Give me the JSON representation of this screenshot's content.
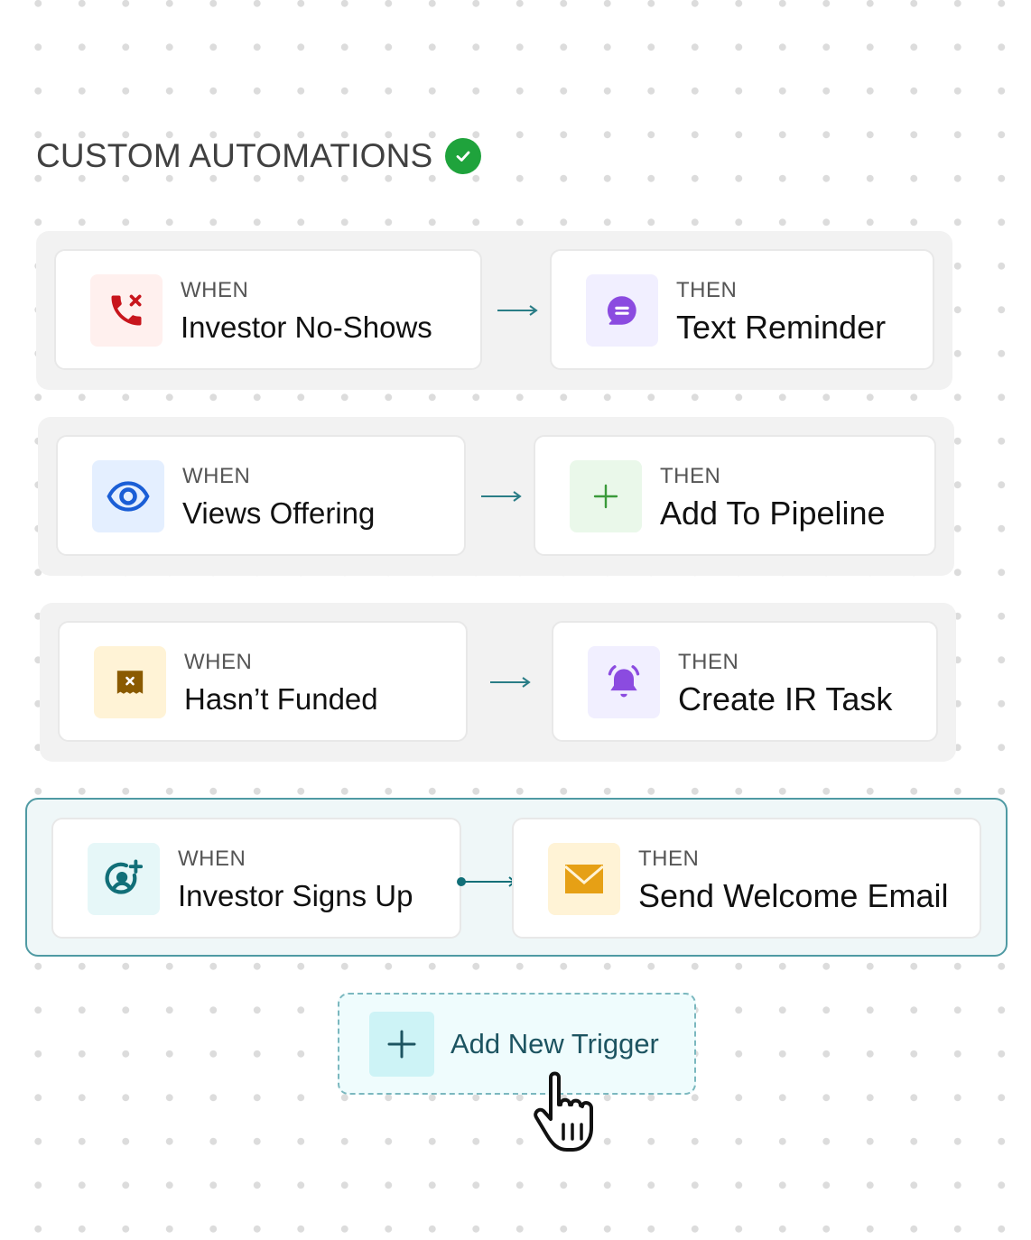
{
  "header": {
    "title": "CUSTOM AUTOMATIONS",
    "status_icon": "check-circle-icon"
  },
  "automations": [
    {
      "when_label": "WHEN",
      "trigger": "Investor No-Shows",
      "trigger_icon": "phone-missed-icon",
      "then_label": "THEN",
      "action": "Text Reminder",
      "action_icon": "chat-bubble-icon",
      "active": false
    },
    {
      "when_label": "WHEN",
      "trigger": "Views Offering",
      "trigger_icon": "eye-icon",
      "then_label": "THEN",
      "action": "Add To Pipeline",
      "action_icon": "plus-icon",
      "active": false
    },
    {
      "when_label": "WHEN",
      "trigger": "Hasn’t Funded",
      "trigger_icon": "unpaid-receipt-icon",
      "then_label": "THEN",
      "action": "Create IR Task",
      "action_icon": "bell-icon",
      "active": false
    },
    {
      "when_label": "WHEN",
      "trigger": "Investor Signs Up",
      "trigger_icon": "user-add-icon",
      "then_label": "THEN",
      "action": "Send Welcome Email",
      "action_icon": "envelope-icon",
      "active": true
    }
  ],
  "add_trigger": {
    "label": "Add New Trigger",
    "icon": "plus-icon"
  },
  "colors": {
    "accent": "#1d5461",
    "check": "#1fa33c",
    "arrow": "#2a7d86"
  }
}
